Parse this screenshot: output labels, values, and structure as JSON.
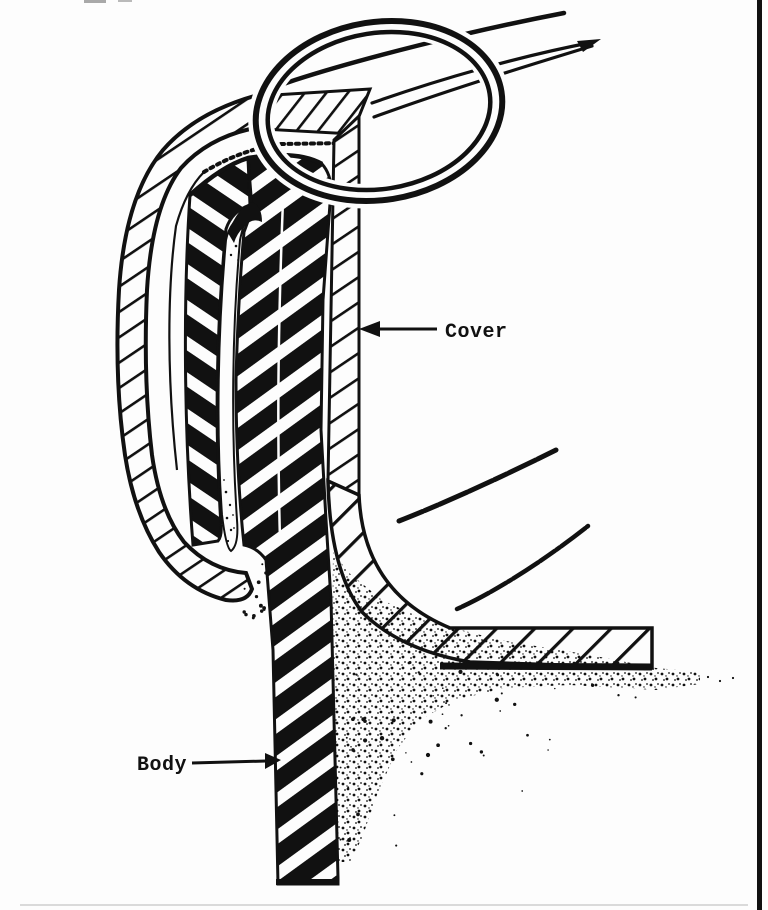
{
  "figure": {
    "type": "technical-diagram",
    "subject": "Cross-section of a can double seam: the cover (hatched) curled around the body (striped), with a magnifier ellipse highlighting the seam and sealing compound stippling below",
    "ink_color": "#111111",
    "paper_color": "#fdfdfd"
  },
  "labels": {
    "cover": {
      "text": "Cover"
    },
    "body": {
      "text": "Body"
    }
  }
}
